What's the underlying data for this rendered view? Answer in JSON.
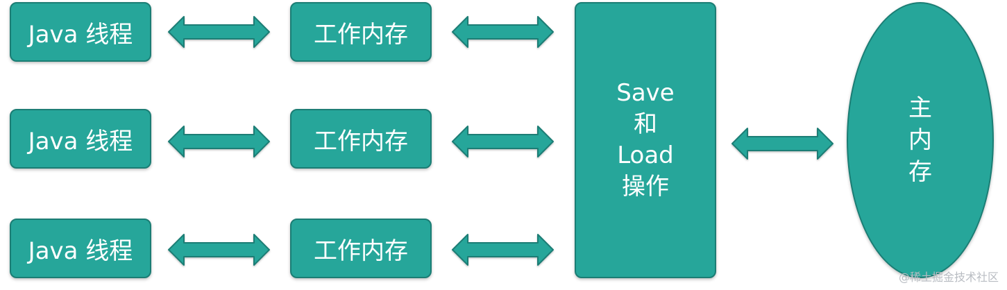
{
  "threads": [
    {
      "label": "Java 线程"
    },
    {
      "label": "Java 线程"
    },
    {
      "label": "Java 线程"
    }
  ],
  "working_memory": [
    {
      "label": "工作内存"
    },
    {
      "label": "工作内存"
    },
    {
      "label": "工作内存"
    }
  ],
  "save_load": {
    "lines": [
      "Save",
      "和",
      "Load",
      "操作"
    ]
  },
  "main_memory": {
    "lines": [
      "主",
      "内",
      "存"
    ]
  },
  "watermark": "@稀土掘金技术社区",
  "colors": {
    "fill": "#26a69a",
    "border": "#1b7d74",
    "text": "#ffffff"
  }
}
